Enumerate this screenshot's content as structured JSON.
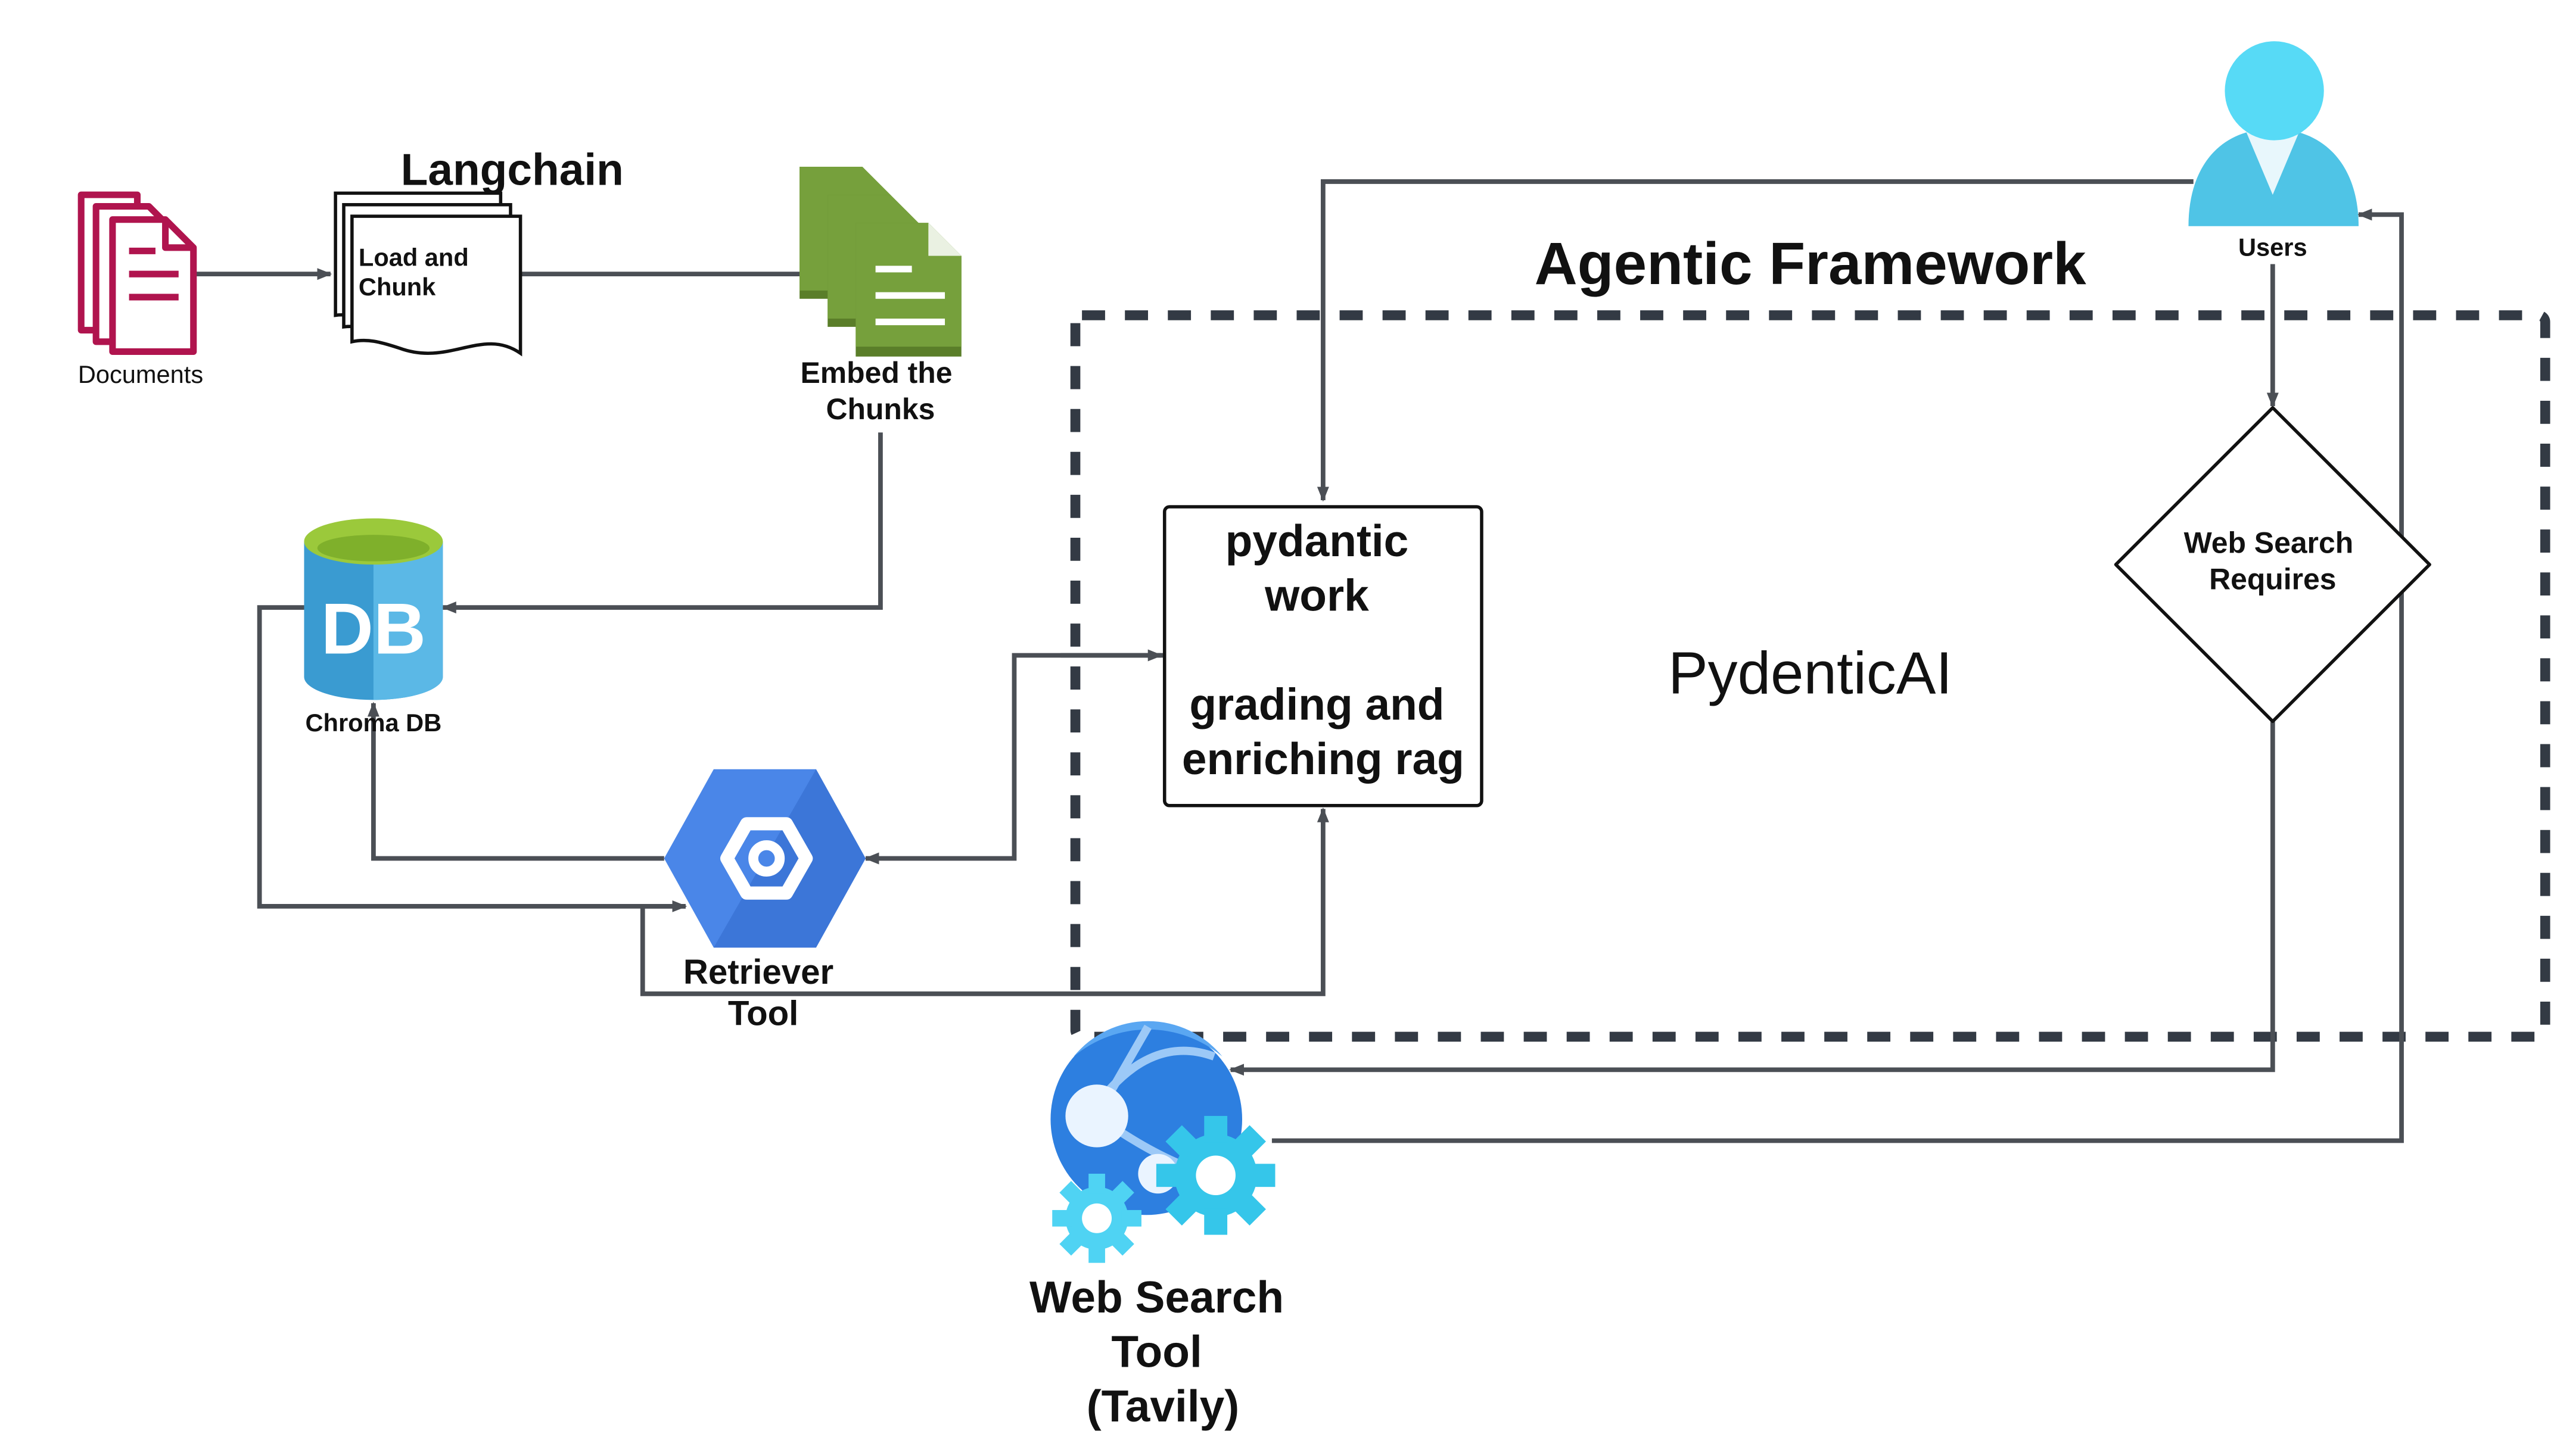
{
  "diagram": {
    "frame_title": "Agentic Framework",
    "frame_inner_label": "PydenticAI",
    "langchain_title": "Langchain",
    "documents_label": "Documents",
    "load_chunk_lines": [
      "Load and",
      "Chunk"
    ],
    "embed_lines": [
      "Embed the",
      "Chunks"
    ],
    "chroma_label": "Chroma DB",
    "db_icon_text": "DB",
    "retriever_lines": [
      "Retriever",
      "Tool"
    ],
    "pydantic_box_lines": [
      "pydantic",
      "work",
      "",
      "grading and",
      "enriching rag"
    ],
    "decision_lines": [
      "Web Search",
      "Requires"
    ],
    "users_label": "Users",
    "web_search_lines": [
      "Web Search",
      "Tool",
      "(Tavily)"
    ]
  },
  "colors": {
    "documents_icon": "#b0144e",
    "embed_icon_dark": "#5a7e29",
    "embed_icon": "#76a03c",
    "db_blue": "#3a9bd1",
    "db_top": "#9bc93b",
    "retriever_blue": "#4a86e8",
    "user_cyan": "#4fd3f3",
    "globe_blue": "#2d7fe0",
    "gear_cyan": "#35c6ea",
    "frame_dash": "#333a44",
    "connector": "#4b4f55"
  },
  "icons": [
    "documents-icon",
    "load-and-chunk-icon",
    "embed-chunks-icon",
    "chroma-db-icon",
    "retriever-tool-icon",
    "users-icon",
    "web-search-tool-icon"
  ]
}
